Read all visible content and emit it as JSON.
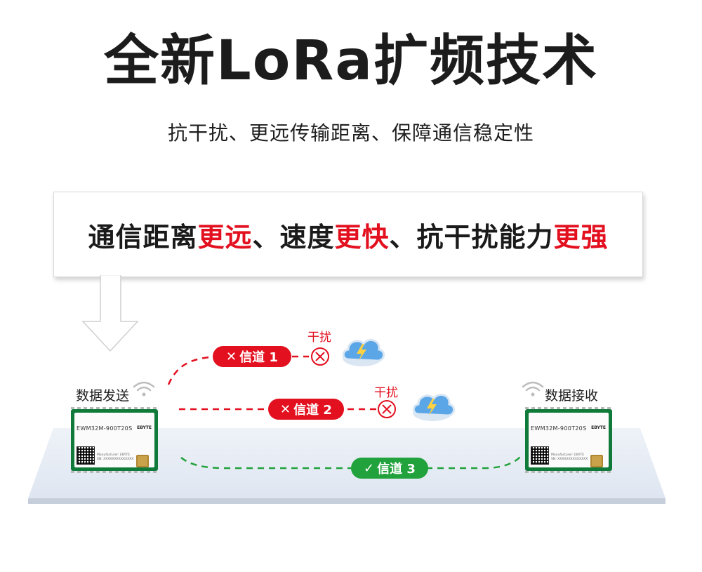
{
  "header": {
    "title": "全新LoRa扩频技术",
    "subtitle": "抗干扰、更远传输距离、保障通信稳定性"
  },
  "callout": {
    "segments": [
      {
        "text": "通信距离",
        "highlight": false
      },
      {
        "text": "更远",
        "highlight": true
      },
      {
        "text": "、速度",
        "highlight": false
      },
      {
        "text": "更快",
        "highlight": true
      },
      {
        "text": "、抗干扰能力",
        "highlight": false
      },
      {
        "text": "更强",
        "highlight": true
      }
    ]
  },
  "sender": {
    "label": "数据发送",
    "model": "EWM32M-900T20S",
    "brand": "EBYTE",
    "manufacturer": "Manufacturer: EBYTE",
    "sn": "SN: XXXXXXXXXXXXXX"
  },
  "receiver": {
    "label": "数据接收",
    "model": "EWM32M-900T20S",
    "brand": "EBYTE",
    "manufacturer": "Manufacturer: EBYTE",
    "sn": "SN: XXXXXXXXXXXXXX"
  },
  "channels": [
    {
      "mark": "✕",
      "label": "信道 1",
      "status": "blocked",
      "interference": "干扰"
    },
    {
      "mark": "✕",
      "label": "信道 2",
      "status": "blocked",
      "interference": "干扰"
    },
    {
      "mark": "✓",
      "label": "信道 3",
      "status": "ok"
    }
  ],
  "colors": {
    "accent_red": "#e3101f",
    "accent_green": "#22a23c",
    "module_green": "#0f7a39",
    "cloud_blue": "#4f9fe0",
    "bolt_yellow": "#ffd23f"
  },
  "icons": {
    "signal": "wifi-signal-icon",
    "cloud": "thunder-cloud-icon",
    "blocked": "x-circle-icon"
  }
}
